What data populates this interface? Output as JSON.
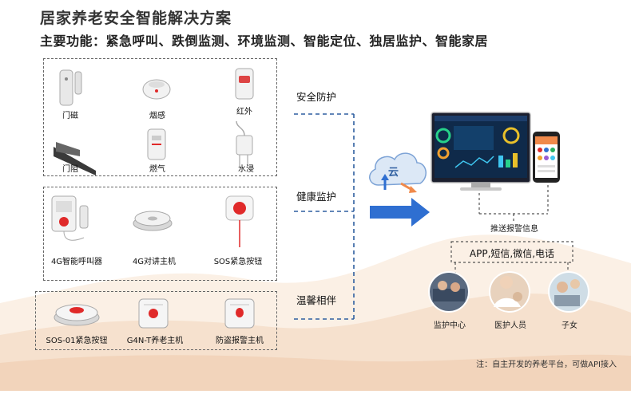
{
  "header": {
    "title": "居家养老安全智能解决方案",
    "subtitle": "主要功能：紧急呼叫、跌倒监测、环境监测、智能定位、独居监护、智能家居"
  },
  "groups": [
    {
      "category": "安全防护",
      "devices": [
        {
          "label": "门磁",
          "icon": "door-magnet-sensor-icon"
        },
        {
          "label": "烟感",
          "icon": "smoke-detector-icon"
        },
        {
          "label": "红外",
          "icon": "infrared-sensor-icon"
        },
        {
          "label": "门阻",
          "icon": "door-stopper-icon"
        },
        {
          "label": "燃气",
          "icon": "gas-detector-icon"
        },
        {
          "label": "水浸",
          "icon": "water-leak-sensor-icon"
        }
      ]
    },
    {
      "category": "健康监护",
      "devices": [
        {
          "label": "4G智能呼叫器",
          "icon": "4g-caller-icon"
        },
        {
          "label": "4G对讲主机",
          "icon": "intercom-host-icon"
        },
        {
          "label": "SOS紧急按钮",
          "icon": "sos-button-icon"
        }
      ]
    },
    {
      "category": "温馨相伴",
      "devices": [
        {
          "label": "SOS-01紧急按钮",
          "icon": "sos01-button-icon"
        },
        {
          "label": "G4N-T养老主机",
          "icon": "elderly-host-icon"
        },
        {
          "label": "防盗报警主机",
          "icon": "burglar-alarm-host-icon"
        }
      ]
    }
  ],
  "cloud": {
    "label": "云",
    "icon": "cloud-icon"
  },
  "platform": {
    "push_label": "推送报警信息",
    "icon": "monitor-and-phone-icon"
  },
  "channels": {
    "label": "APP,短信,微信,电话"
  },
  "recipients": [
    {
      "label": "监护中心",
      "icon": "monitoring-center-photo"
    },
    {
      "label": "医护人员",
      "icon": "medical-staff-photo"
    },
    {
      "label": "子女",
      "icon": "children-photo"
    }
  ],
  "footnote": "注：自主开发的养老平台，可做API接入",
  "colors": {
    "accent_blue": "#2f6fd1",
    "arrow_orange": "#f08a4b",
    "sos_red": "#e02a2a",
    "dash_blue": "#2f5fa0"
  }
}
